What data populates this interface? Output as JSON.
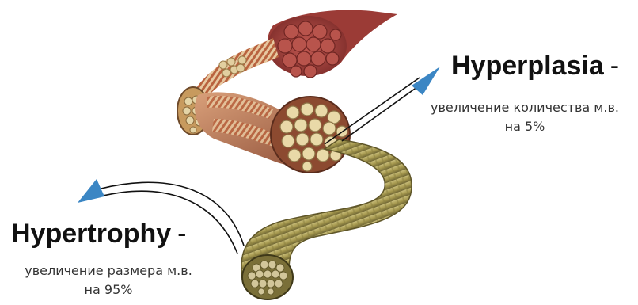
{
  "hyperplasia": {
    "title": "Hyperplasia",
    "dash": "-",
    "desc_line1": "увеличение количества м.в.",
    "desc_line2": "на 5%"
  },
  "hypertrophy": {
    "title": "Hypertrophy",
    "dash": "-",
    "desc_line1": "увеличение размера м.в.",
    "desc_line2": "на 95%"
  },
  "colors": {
    "arrow": "#3b86c4",
    "muscle_red": "#a8453f",
    "fiber_tan": "#d8c79a",
    "fiber_olive": "#a09559"
  },
  "icons": {
    "arrow_hyperplasia": "arrow-up-right-icon",
    "arrow_hypertrophy": "arrow-up-left-icon"
  }
}
